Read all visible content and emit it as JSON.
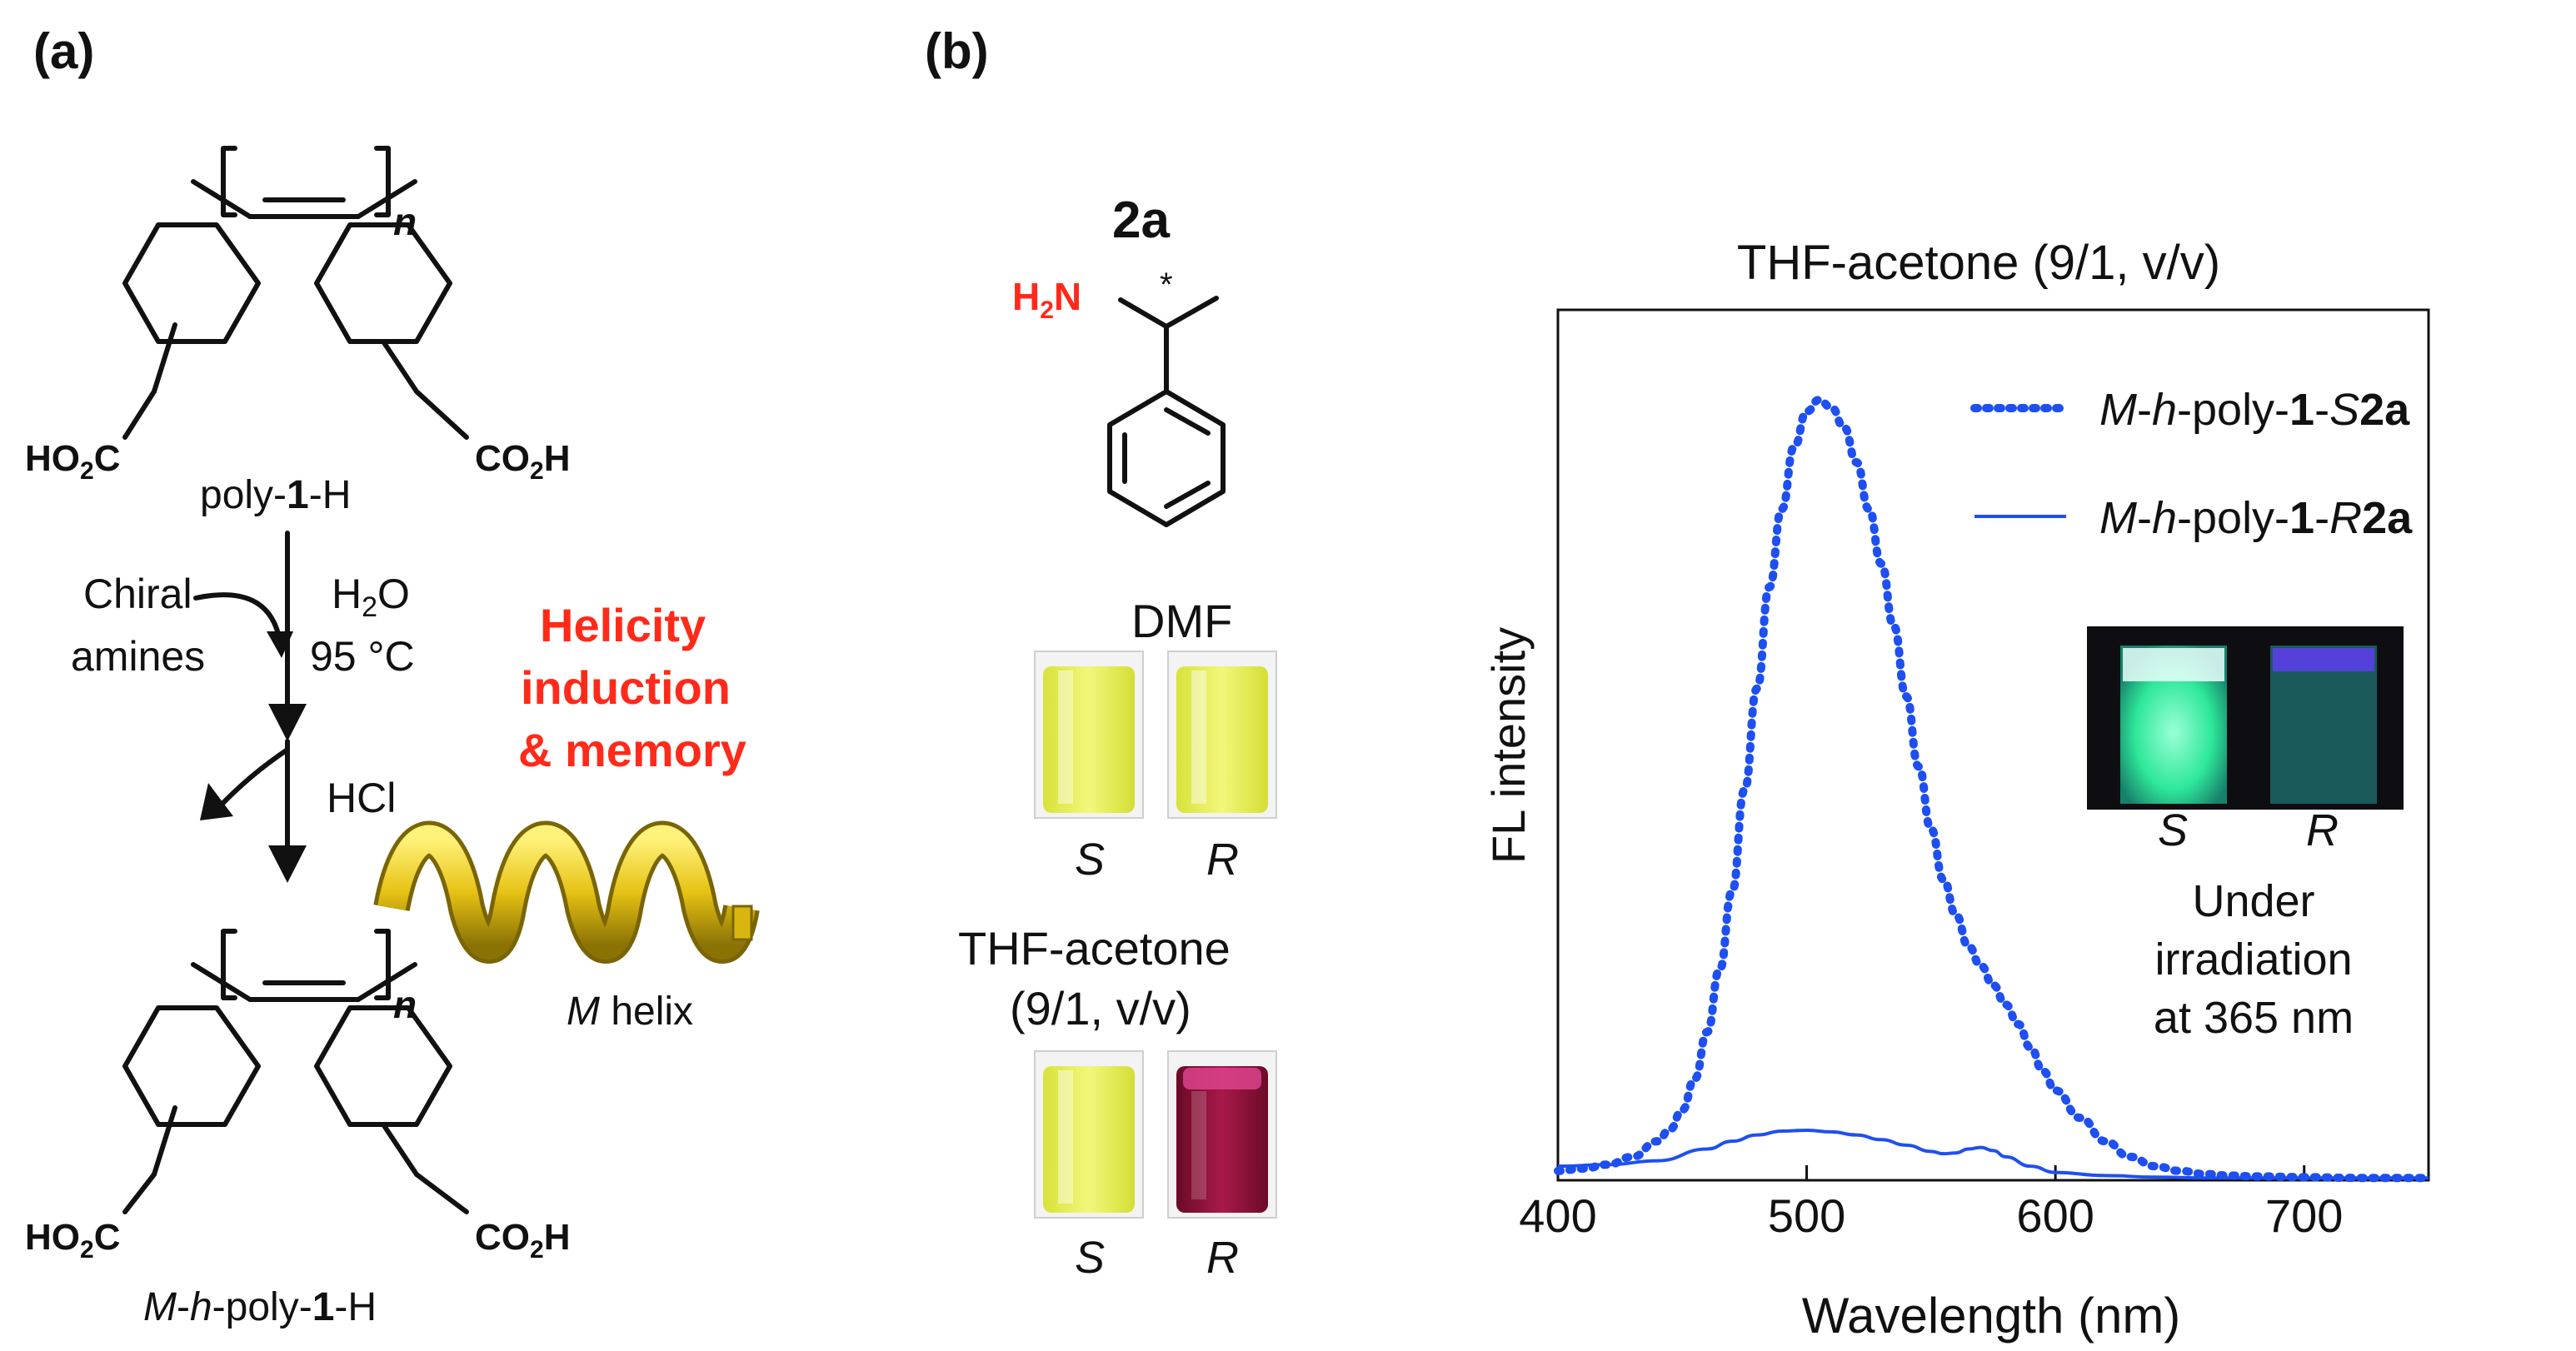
{
  "panel_a": {
    "label": "(a)",
    "top_polymer": {
      "name_prefix": "poly-",
      "name_bold": "1",
      "name_suffix": "-H",
      "subscript_n": "n",
      "left_group": "HO",
      "left_group_sub": "2",
      "left_group_end": "C",
      "right_group": "CO",
      "right_group_sub": "2",
      "right_group_end": "H"
    },
    "step1_left_line1": "Chiral",
    "step1_left_line2": "amines",
    "step1_right_line1_main": "H",
    "step1_right_line1_sub": "2",
    "step1_right_line1_end": "O",
    "step1_right_line2": "95 °C",
    "step2_label": "HCl",
    "highlight_line1": "Helicity",
    "highlight_line2": "induction",
    "highlight_line3": "& memory",
    "helix_label_italic": "M",
    "helix_label_rest": " helix",
    "bottom_polymer": {
      "name_m": "M",
      "name_dash1": "-",
      "name_h": "h",
      "name_mid": "-poly-",
      "name_bold": "1",
      "name_suffix": "-H"
    },
    "colors": {
      "highlight": "#ff2a1a",
      "helix": "#e8c81a"
    }
  },
  "panel_b": {
    "label": "(b)",
    "compound": {
      "label": "2a",
      "amine": "H",
      "amine_sub": "2",
      "amine_end": "N",
      "stereo_mark": "*"
    },
    "solvent1": "DMF",
    "solvent2_line1": "THF-acetone",
    "solvent2_line2": "(9/1, v/v)",
    "vial_label_s": "S",
    "vial_label_r": "R",
    "vial_colors": {
      "yellow": "#e6ef4a",
      "red": "#8a1034"
    }
  },
  "chart_data": {
    "type": "line",
    "title": "THF-acetone (9/1, v/v)",
    "xlabel": "Wavelength (nm)",
    "ylabel": "FL intensity",
    "xlim": [
      400,
      750
    ],
    "ylim": [
      0,
      1.0
    ],
    "x_ticks": [
      400,
      500,
      600,
      700
    ],
    "grid": false,
    "legend_position": "top-right",
    "series": [
      {
        "name_italic_a": "M",
        "name_dash": "-",
        "name_italic_b": "h",
        "name_mid": "-poly-",
        "name_bold_a": "1",
        "name_dash2": "-",
        "name_italic_c": "S",
        "name_bold_b": "2a",
        "style": "dotted",
        "color": "#1e4ff0",
        "x": [
          400,
          410,
          420,
          430,
          440,
          445,
          450,
          455,
          460,
          465,
          470,
          475,
          480,
          485,
          490,
          495,
          500,
          505,
          510,
          515,
          520,
          525,
          530,
          535,
          540,
          545,
          550,
          555,
          560,
          565,
          570,
          575,
          580,
          585,
          590,
          595,
          600,
          610,
          620,
          630,
          640,
          650,
          660,
          670,
          680,
          700,
          720,
          750
        ],
        "y": [
          0.012,
          0.015,
          0.02,
          0.03,
          0.05,
          0.065,
          0.09,
          0.13,
          0.19,
          0.27,
          0.37,
          0.5,
          0.63,
          0.76,
          0.86,
          0.94,
          0.985,
          1.0,
          0.99,
          0.965,
          0.92,
          0.86,
          0.79,
          0.71,
          0.62,
          0.53,
          0.45,
          0.385,
          0.34,
          0.3,
          0.275,
          0.25,
          0.225,
          0.2,
          0.17,
          0.14,
          0.115,
          0.08,
          0.05,
          0.03,
          0.018,
          0.012,
          0.008,
          0.006,
          0.005,
          0.004,
          0.003,
          0.003
        ]
      },
      {
        "name_italic_a": "M",
        "name_dash": "-",
        "name_italic_b": "h",
        "name_mid": "-poly-",
        "name_bold_a": "1",
        "name_dash2": "-",
        "name_italic_c": "R",
        "name_bold_b": "2a",
        "style": "solid",
        "color": "#1e4ff0",
        "x": [
          400,
          420,
          440,
          460,
          470,
          480,
          490,
          500,
          510,
          520,
          530,
          540,
          550,
          555,
          560,
          565,
          570,
          575,
          580,
          590,
          600,
          620,
          640,
          660,
          700,
          750
        ],
        "y": [
          0.018,
          0.02,
          0.025,
          0.04,
          0.05,
          0.058,
          0.063,
          0.064,
          0.062,
          0.058,
          0.052,
          0.045,
          0.037,
          0.034,
          0.035,
          0.04,
          0.042,
          0.038,
          0.03,
          0.018,
          0.01,
          0.006,
          0.004,
          0.003,
          0.003,
          0.003
        ]
      }
    ]
  },
  "inset": {
    "label_s": "S",
    "label_r": "R",
    "caption_line1": "Under",
    "caption_line2": "irradiation",
    "caption_line3": "at 365 nm",
    "colors": {
      "glow": "#2ee89a",
      "dim": "#1d6b6a",
      "cap": "#3a2bd8"
    }
  }
}
